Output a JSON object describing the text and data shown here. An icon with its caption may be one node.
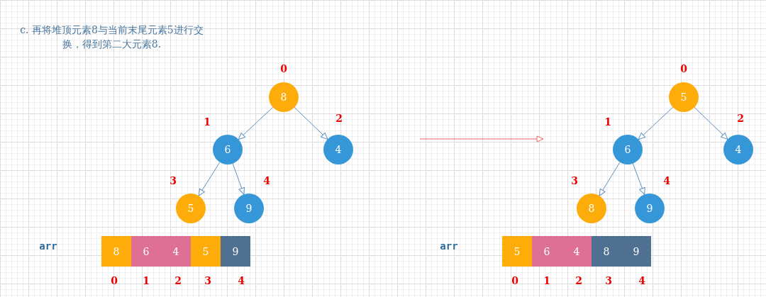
{
  "diagram": {
    "title": "c. 再将堆顶元素8与当前末尾元素5进行交换，得到第二大元素8.",
    "nodes": [
      {
        "text": [
          "8"
        ],
        "beside": [
          "0"
        ]
      },
      {
        "text": [
          "6"
        ],
        "beside": [
          "1"
        ]
      },
      {
        "text": [
          "4"
        ],
        "beside": [
          "2"
        ]
      },
      {
        "text": [
          "5"
        ],
        "beside": [
          "3"
        ]
      },
      {
        "text": [
          "9"
        ],
        "beside": [
          "4"
        ]
      },
      {
        "text": [
          "8"
        ]
      },
      {
        "text": [
          "6"
        ]
      },
      {
        "text": [
          "4"
        ]
      },
      {
        "text": [
          "5"
        ]
      },
      {
        "text": [
          "9"
        ]
      },
      {
        "text": [
          "5"
        ],
        "beside": [
          "0"
        ]
      },
      {
        "text": [
          "6"
        ],
        "beside": [
          "1"
        ]
      },
      {
        "text": [
          "4"
        ],
        "beside": [
          "2"
        ]
      },
      {
        "text": [
          "8"
        ],
        "beside": [
          "3"
        ]
      },
      {
        "text": [
          "9"
        ],
        "beside": [
          "4"
        ]
      },
      {
        "text": [
          "5"
        ]
      },
      {
        "text": [
          "6"
        ]
      },
      {
        "text": [
          "4"
        ]
      },
      {
        "text": [
          "8"
        ]
      },
      {
        "text": [
          "9"
        ]
      }
    ],
    "edges": [
      {
        "from": 0,
        "to": 1,
        "arrow": "to"
      },
      {
        "from": 0,
        "to": 2,
        "arrow": "to"
      },
      {
        "from": 1,
        "to": 3,
        "arrow": "to"
      },
      {
        "from": 1,
        "to": 4,
        "arrow": "to"
      },
      {
        "from": 10,
        "to": 11,
        "arrow": "to"
      },
      {
        "from": 10,
        "to": 12,
        "arrow": "to"
      },
      {
        "from": 11,
        "to": 13,
        "arrow": "to"
      },
      {
        "from": 11,
        "to": 14,
        "arrow": "to"
      }
    ],
    "labels": [
      "arr",
      "0",
      "1",
      "2",
      "3",
      "4",
      "arr",
      "0",
      "1",
      "2",
      "3",
      "4"
    ]
  }
}
